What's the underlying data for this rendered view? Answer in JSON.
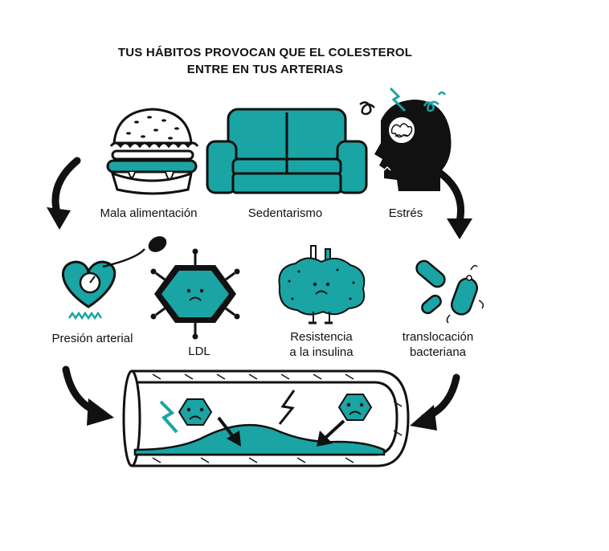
{
  "title": {
    "line1": "TUS HÁBITOS PROVOCAN QUE EL COLESTEROL",
    "line2": "ENTRE EN TUS ARTERIAS"
  },
  "habits": [
    {
      "label": "Mala alimentación",
      "icon": "burger-icon"
    },
    {
      "label": "Sedentarismo",
      "icon": "sofa-icon"
    },
    {
      "label": "Estrés",
      "icon": "stressed-head-icon"
    }
  ],
  "factors": [
    {
      "label_lines": [
        "Presión arterial"
      ],
      "icon": "heart-pressure-gauge-icon"
    },
    {
      "label_lines": [
        "LDL"
      ],
      "icon": "ldl-particle-icon"
    },
    {
      "label_lines": [
        "Resistencia",
        "a la insulina"
      ],
      "icon": "pancreas-icon"
    },
    {
      "label_lines": [
        "translocación",
        "bacteriana"
      ],
      "icon": "bacteria-icon"
    }
  ],
  "artery": {
    "icon": "artery-plaque-icon"
  },
  "colors": {
    "accent": "#1aa4a4",
    "ink": "#111111"
  }
}
